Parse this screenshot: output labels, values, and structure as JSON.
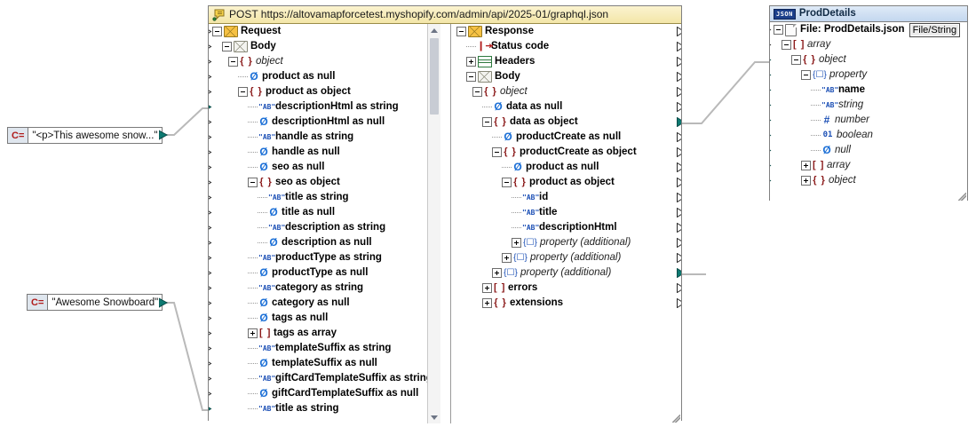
{
  "webservice": {
    "title": "POST https://altovamapforcetest.myshopify.com/admin/api/2025-01/graphql.json",
    "icon": "web-service-icon",
    "request": {
      "label": "Request",
      "body_label": "Body",
      "nodes": [
        {
          "label": "object",
          "icon": "object",
          "style": "italic",
          "indent": 2,
          "exp": "minus"
        },
        {
          "label": "product as null",
          "icon": "null",
          "style": "bold",
          "indent": 3,
          "exp": "none"
        },
        {
          "label": "product as object",
          "icon": "object",
          "style": "bold",
          "indent": 3,
          "exp": "minus"
        },
        {
          "label": "descriptionHtml as string",
          "icon": "string",
          "style": "bold",
          "indent": 4,
          "exp": "none"
        },
        {
          "label": "descriptionHtml as null",
          "icon": "null",
          "style": "bold",
          "indent": 4,
          "exp": "none"
        },
        {
          "label": "handle as string",
          "icon": "string",
          "style": "bold",
          "indent": 4,
          "exp": "none"
        },
        {
          "label": "handle as null",
          "icon": "null",
          "style": "bold",
          "indent": 4,
          "exp": "none"
        },
        {
          "label": "seo as null",
          "icon": "null",
          "style": "bold",
          "indent": 4,
          "exp": "none"
        },
        {
          "label": "seo as object",
          "icon": "object",
          "style": "bold",
          "indent": 4,
          "exp": "minus"
        },
        {
          "label": "title as string",
          "icon": "string",
          "style": "bold",
          "indent": 5,
          "exp": "none"
        },
        {
          "label": "title as null",
          "icon": "null",
          "style": "bold",
          "indent": 5,
          "exp": "none"
        },
        {
          "label": "description as string",
          "icon": "string",
          "style": "bold",
          "indent": 5,
          "exp": "none"
        },
        {
          "label": "description as null",
          "icon": "null",
          "style": "bold",
          "indent": 5,
          "exp": "none"
        },
        {
          "label": "productType as string",
          "icon": "string",
          "style": "bold",
          "indent": 4,
          "exp": "none"
        },
        {
          "label": "productType as null",
          "icon": "null",
          "style": "bold",
          "indent": 4,
          "exp": "none"
        },
        {
          "label": "category as string",
          "icon": "string",
          "style": "bold",
          "indent": 4,
          "exp": "none"
        },
        {
          "label": "category as null",
          "icon": "null",
          "style": "bold",
          "indent": 4,
          "exp": "none"
        },
        {
          "label": "tags as null",
          "icon": "null",
          "style": "bold",
          "indent": 4,
          "exp": "none"
        },
        {
          "label": "tags as array",
          "icon": "array",
          "style": "bold",
          "indent": 4,
          "exp": "plus"
        },
        {
          "label": "templateSuffix as string",
          "icon": "string",
          "style": "bold",
          "indent": 4,
          "exp": "none"
        },
        {
          "label": "templateSuffix as null",
          "icon": "null",
          "style": "bold",
          "indent": 4,
          "exp": "none"
        },
        {
          "label": "giftCardTemplateSuffix as string",
          "icon": "string",
          "style": "bold",
          "indent": 4,
          "exp": "none"
        },
        {
          "label": "giftCardTemplateSuffix as null",
          "icon": "null",
          "style": "bold",
          "indent": 4,
          "exp": "none"
        },
        {
          "label": "title as string",
          "icon": "string",
          "style": "bold",
          "indent": 4,
          "exp": "none"
        }
      ]
    },
    "response": {
      "label": "Response",
      "status_code_label": "Status code",
      "headers_label": "Headers",
      "body_label": "Body",
      "nodes": [
        {
          "label": "object",
          "icon": "object",
          "style": "italic",
          "indent": 2,
          "exp": "minus"
        },
        {
          "label": "data as null",
          "icon": "null",
          "style": "bold",
          "indent": 3,
          "exp": "none"
        },
        {
          "label": "data as object",
          "icon": "object",
          "style": "bold",
          "indent": 3,
          "exp": "minus"
        },
        {
          "label": "productCreate as null",
          "icon": "null",
          "style": "bold",
          "indent": 4,
          "exp": "none"
        },
        {
          "label": "productCreate as object",
          "icon": "object",
          "style": "bold",
          "indent": 4,
          "exp": "minus"
        },
        {
          "label": "product as null",
          "icon": "null",
          "style": "bold",
          "indent": 5,
          "exp": "none"
        },
        {
          "label": "product as object",
          "icon": "object",
          "style": "bold",
          "indent": 5,
          "exp": "minus"
        },
        {
          "label": "id",
          "icon": "string",
          "style": "bold",
          "indent": 6,
          "exp": "none"
        },
        {
          "label": "title",
          "icon": "string",
          "style": "bold",
          "indent": 6,
          "exp": "none"
        },
        {
          "label": "descriptionHtml",
          "icon": "string",
          "style": "bold",
          "indent": 6,
          "exp": "none"
        },
        {
          "label": "property (additional)",
          "icon": "property",
          "style": "italic",
          "indent": 6,
          "exp": "plus"
        },
        {
          "label": "property (additional)",
          "icon": "property",
          "style": "italic",
          "indent": 5,
          "exp": "plus"
        },
        {
          "label": "property (additional)",
          "icon": "property",
          "style": "italic",
          "indent": 4,
          "exp": "plus"
        },
        {
          "label": "errors",
          "icon": "array",
          "style": "bold",
          "indent": 3,
          "exp": "plus"
        },
        {
          "label": "extensions",
          "icon": "object",
          "style": "bold",
          "indent": 3,
          "exp": "plus"
        }
      ]
    }
  },
  "prod_details": {
    "title": "ProdDetails",
    "icon": "json-icon",
    "file_label": "File: ProdDetails.json",
    "file_string_button": "File/String",
    "nodes": [
      {
        "label": "array",
        "icon": "array",
        "style": "italic",
        "indent": 1,
        "exp": "minus"
      },
      {
        "label": "object",
        "icon": "object",
        "style": "italic",
        "indent": 2,
        "exp": "minus"
      },
      {
        "label": "property",
        "icon": "property",
        "style": "italic",
        "indent": 3,
        "exp": "minus"
      },
      {
        "label": "name",
        "icon": "string",
        "style": "bold",
        "indent": 4,
        "exp": "none"
      },
      {
        "label": "string",
        "icon": "string",
        "style": "italic",
        "indent": 4,
        "exp": "none"
      },
      {
        "label": "number",
        "icon": "number",
        "style": "italic",
        "indent": 4,
        "exp": "none"
      },
      {
        "label": "boolean",
        "icon": "boolean",
        "style": "italic",
        "indent": 4,
        "exp": "none"
      },
      {
        "label": "null",
        "icon": "null",
        "style": "italic",
        "indent": 4,
        "exp": "none"
      },
      {
        "label": "array",
        "icon": "array",
        "style": "italic",
        "indent": 3,
        "exp": "plus"
      },
      {
        "label": "object",
        "icon": "object",
        "style": "italic",
        "indent": 3,
        "exp": "plus"
      }
    ]
  },
  "constants": [
    {
      "sign": "C=",
      "value": "\"<p>This awesome snow...\"",
      "name": "constant-description-html"
    },
    {
      "sign": "C=",
      "value": "\"Awesome Snowboard\"",
      "name": "constant-title"
    }
  ],
  "colors": {
    "accent_connected": "#0d7a72",
    "title_bar": "#c3d7ef",
    "webservice_title_bar": "#f3e6a8",
    "object_icon": "#8b1a1a",
    "string_icon": "#1b4fb5"
  }
}
